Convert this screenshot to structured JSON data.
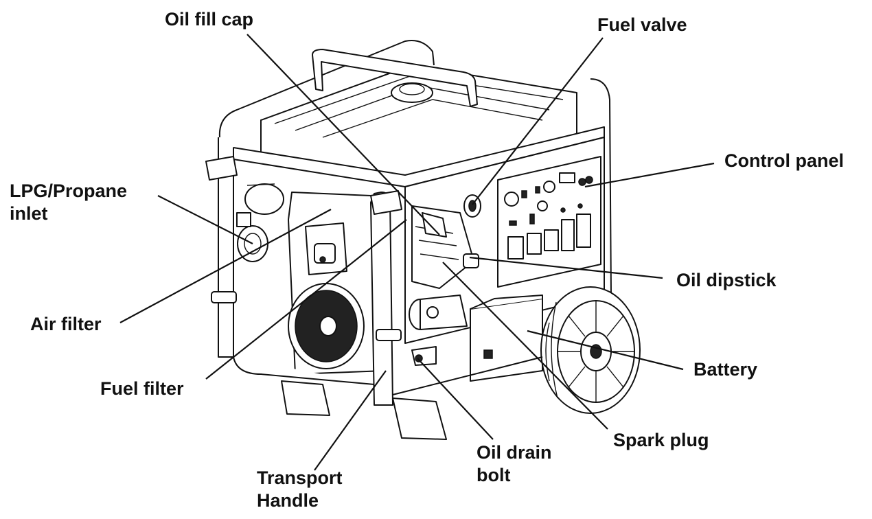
{
  "labels": {
    "oil_fill_cap": "Oil fill cap",
    "fuel_valve": "Fuel valve",
    "control_panel": "Control panel",
    "lpg_line1": "LPG/Propane",
    "lpg_line2": "inlet",
    "oil_dipstick": "Oil dipstick",
    "air_filter": "Air filter",
    "battery": "Battery",
    "fuel_filter": "Fuel filter",
    "spark_plug": "Spark plug",
    "oil_drain_line1": "Oil drain",
    "oil_drain_line2": "bolt",
    "transport_line1": "Transport",
    "transport_line2": "Handle"
  }
}
